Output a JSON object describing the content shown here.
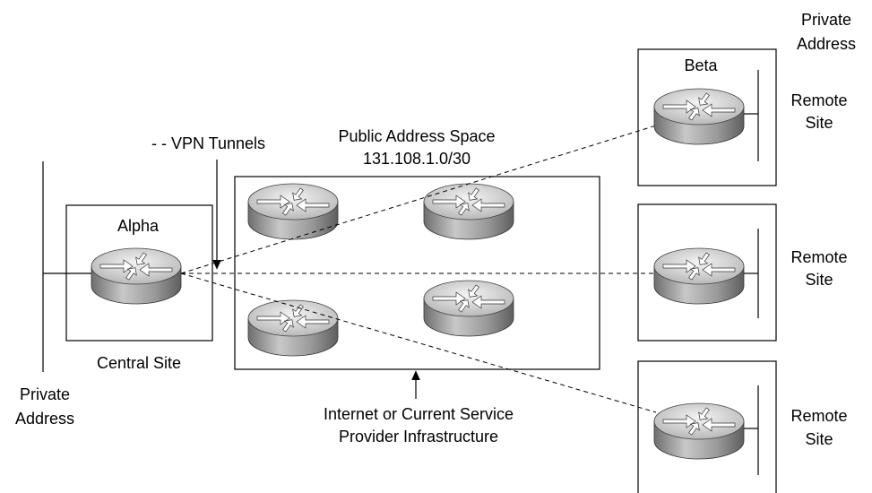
{
  "legend": {
    "vpn_tunnels": "- - VPN Tunnels"
  },
  "central_site": {
    "router_name": "Alpha",
    "caption": "Central Site",
    "private_address": [
      "Private",
      "Address"
    ]
  },
  "public_space": {
    "title": "Public Address Space",
    "subnet": "131.108.1.0/30",
    "footer": [
      "Internet or Current Service",
      "Provider Infrastructure"
    ]
  },
  "remote_sites": {
    "beta_name": "Beta",
    "top_private_address": [
      "Private",
      "Address"
    ],
    "sites": [
      {
        "label": [
          "Remote",
          "Site"
        ]
      },
      {
        "label": [
          "Remote",
          "Site"
        ]
      },
      {
        "label": [
          "Remote",
          "Site"
        ]
      }
    ]
  },
  "colors": {
    "router_top": "#e8e8e8",
    "router_side": "#8c8c8c",
    "line": "#000000"
  },
  "icons": [
    "router-icon",
    "arrow-down-icon",
    "arrow-up-icon"
  ]
}
